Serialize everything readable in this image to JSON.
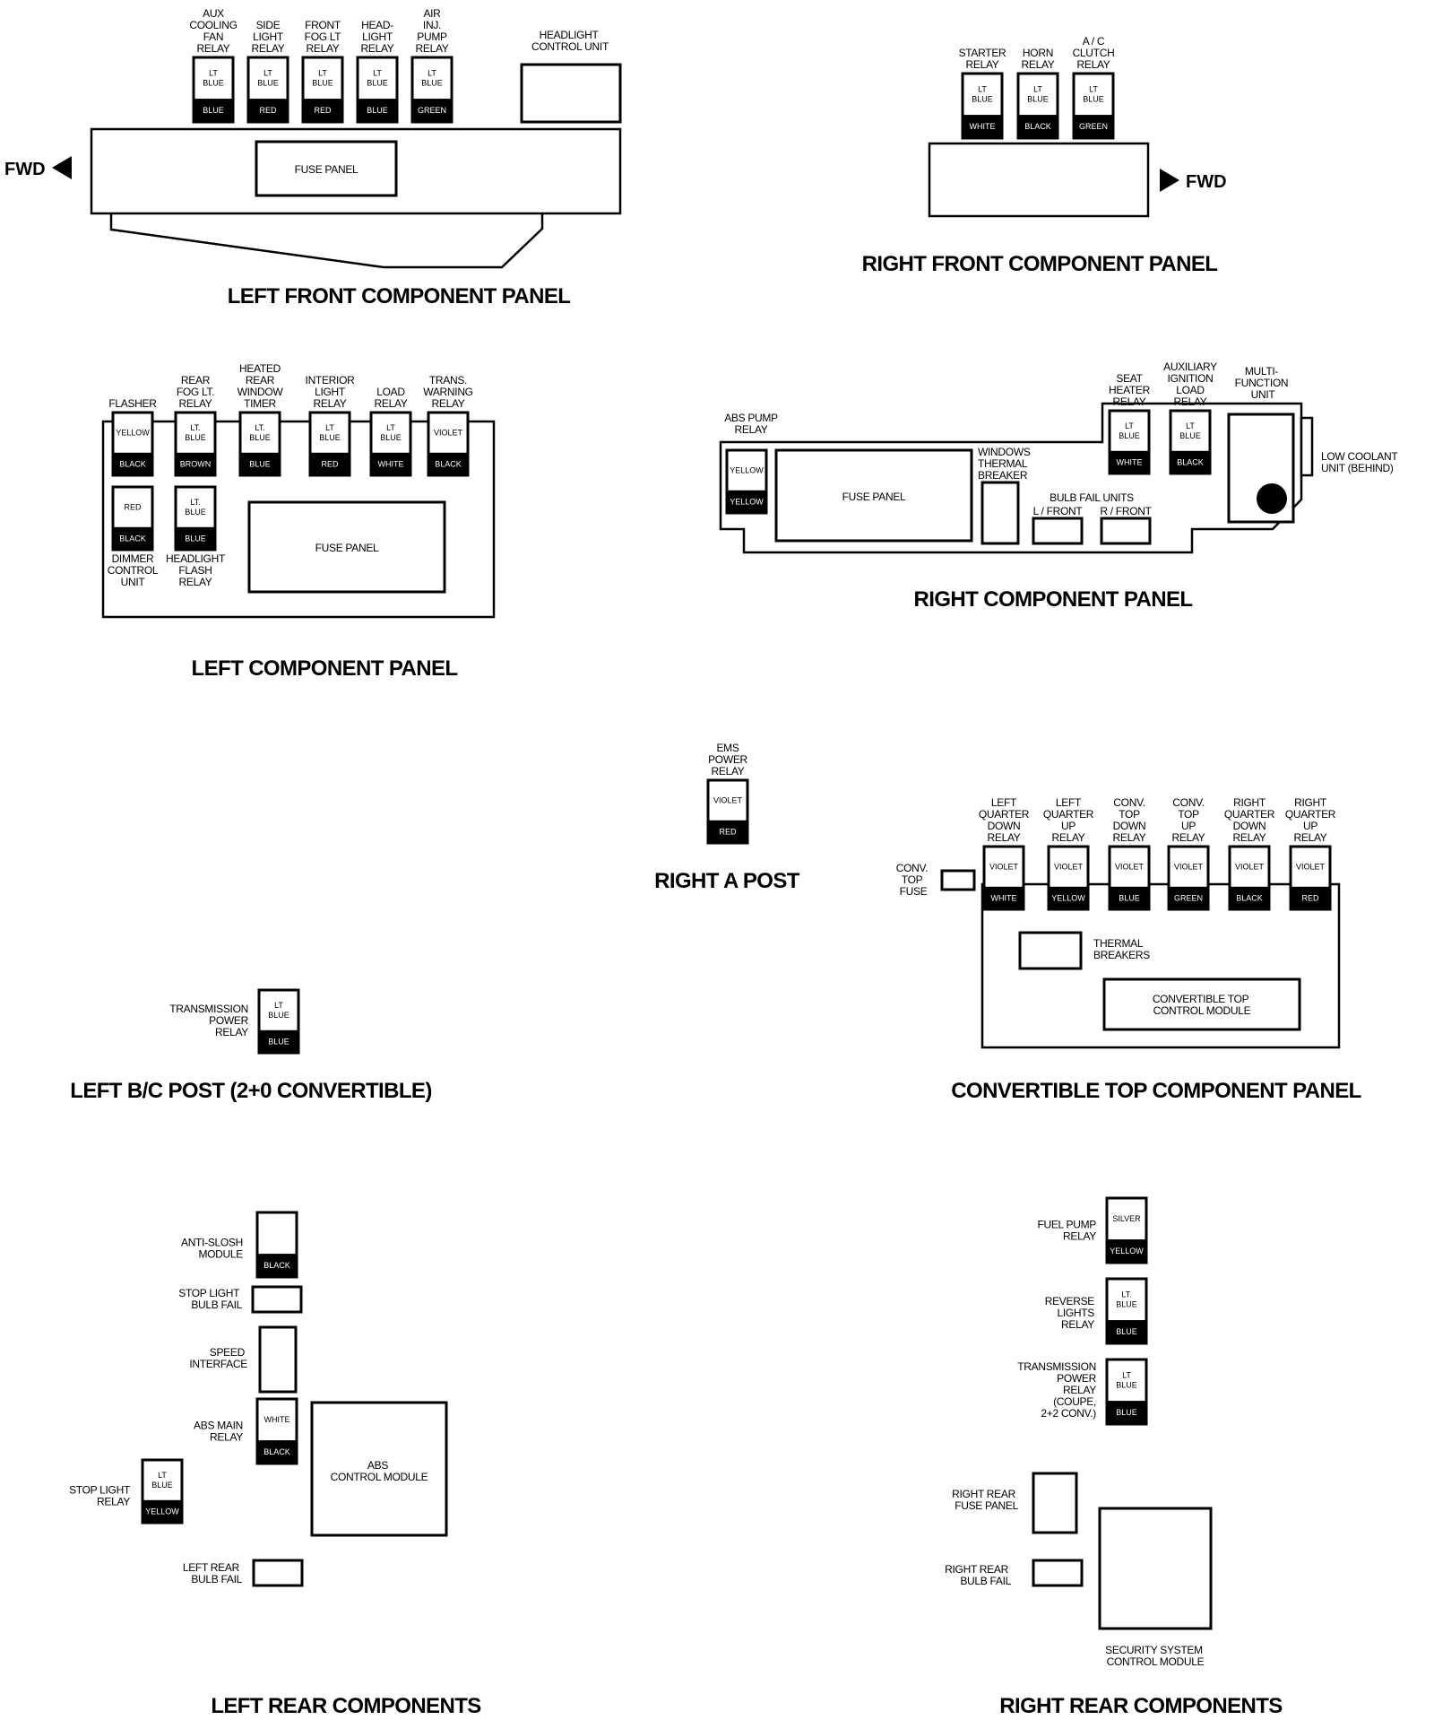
{
  "fwd_label": "FWD",
  "panels": {
    "left_front": {
      "title": "LEFT FRONT COMPONENT PANEL",
      "fuse_panel": "FUSE PANEL",
      "headlight_control_unit": [
        "HEADLIGHT",
        "CONTROL UNIT"
      ],
      "relays": [
        {
          "label": [
            "AUX",
            "COOLING",
            "FAN",
            "RELAY"
          ],
          "top": [
            "LT",
            "BLUE"
          ],
          "bottom": "BLUE"
        },
        {
          "label": [
            "SIDE",
            "LIGHT",
            "RELAY"
          ],
          "top": [
            "LT",
            "BLUE"
          ],
          "bottom": "RED"
        },
        {
          "label": [
            "FRONT",
            "FOG LT",
            "RELAY"
          ],
          "top": [
            "LT",
            "BLUE"
          ],
          "bottom": "RED"
        },
        {
          "label": [
            "HEAD-",
            "LIGHT",
            "RELAY"
          ],
          "top": [
            "LT",
            "BLUE"
          ],
          "bottom": "BLUE"
        },
        {
          "label": [
            "AIR",
            "INJ.",
            "PUMP",
            "RELAY"
          ],
          "top": [
            "LT",
            "BLUE"
          ],
          "bottom": "GREEN"
        }
      ]
    },
    "right_front": {
      "title": "RIGHT FRONT COMPONENT PANEL",
      "relays": [
        {
          "label": [
            "STARTER",
            "RELAY"
          ],
          "top": [
            "LT",
            "BLUE"
          ],
          "bottom": "WHITE"
        },
        {
          "label": [
            "HORN",
            "RELAY"
          ],
          "top": [
            "LT",
            "BLUE"
          ],
          "bottom": "BLACK"
        },
        {
          "label": [
            "A / C",
            "CLUTCH",
            "RELAY"
          ],
          "top": [
            "LT",
            "BLUE"
          ],
          "bottom": "GREEN"
        }
      ]
    },
    "left": {
      "title": "LEFT COMPONENT PANEL",
      "fuse_panel": "FUSE PANEL",
      "relays": [
        {
          "label": [
            "FLASHER"
          ],
          "top": [
            "YELLOW"
          ],
          "bottom": "BLACK"
        },
        {
          "label": [
            "REAR",
            "FOG LT.",
            "RELAY"
          ],
          "top": [
            "LT.",
            "BLUE"
          ],
          "bottom": "BROWN"
        },
        {
          "label": [
            "HEATED",
            "REAR",
            "WINDOW",
            "TIMER"
          ],
          "top": [
            "LT.",
            "BLUE"
          ],
          "bottom": "BLUE"
        },
        {
          "label": [
            "INTERIOR",
            "LIGHT",
            "RELAY"
          ],
          "top": [
            "LT",
            "BLUE"
          ],
          "bottom": "RED"
        },
        {
          "label": [
            "LOAD",
            "RELAY"
          ],
          "top": [
            "LT",
            "BLUE"
          ],
          "bottom": "WHITE"
        },
        {
          "label": [
            "TRANS.",
            "WARNING",
            "RELAY"
          ],
          "top": [
            "VIOLET"
          ],
          "bottom": "BLACK"
        }
      ],
      "lower_relays": [
        {
          "label": [
            "DIMMER",
            "CONTROL",
            "UNIT"
          ],
          "top": [
            "RED"
          ],
          "bottom": "BLACK"
        },
        {
          "label": [
            "HEADLIGHT",
            "FLASH",
            "RELAY"
          ],
          "top": [
            "LT.",
            "BLUE"
          ],
          "bottom": "BLUE"
        }
      ]
    },
    "right": {
      "title": "RIGHT COMPONENT PANEL",
      "fuse_panel": "FUSE PANEL",
      "abs_pump_relay": {
        "label": [
          "ABS PUMP",
          "RELAY"
        ],
        "top": [
          "YELLOW"
        ],
        "bottom": "YELLOW"
      },
      "windows_thermal_breaker": [
        "WINDOWS",
        "THERMAL",
        "BREAKER"
      ],
      "bulb_fail_units": "BULB FAIL UNITS",
      "bulb_fail_left": "L / FRONT",
      "bulb_fail_right": "R / FRONT",
      "relays": [
        {
          "label": [
            "SEAT",
            "HEATER",
            "RELAY"
          ],
          "top": [
            "LT",
            "BLUE"
          ],
          "bottom": "WHITE"
        },
        {
          "label": [
            "AUXILIARY",
            "IGNITION",
            "LOAD",
            "RELAY"
          ],
          "top": [
            "LT",
            "BLUE"
          ],
          "bottom": "BLACK"
        }
      ],
      "multi_function_unit": [
        "MULTI-",
        "FUNCTION",
        "UNIT"
      ],
      "low_coolant_unit": [
        "LOW COOLANT",
        "UNIT (BEHIND)"
      ]
    },
    "right_a_post": {
      "title": "RIGHT A POST",
      "relay": {
        "label": [
          "EMS",
          "POWER",
          "RELAY"
        ],
        "top": [
          "VIOLET"
        ],
        "bottom": "RED"
      }
    },
    "convertible_top": {
      "title": "CONVERTIBLE TOP COMPONENT PANEL",
      "conv_top_fuse": [
        "CONV.",
        "TOP",
        "FUSE"
      ],
      "thermal_breakers": [
        "THERMAL",
        "BREAKERS"
      ],
      "control_module": [
        "CONVERTIBLE TOP",
        "CONTROL MODULE"
      ],
      "relays": [
        {
          "label": [
            "LEFT",
            "QUARTER",
            "DOWN",
            "RELAY"
          ],
          "top": [
            "VIOLET"
          ],
          "bottom": "WHITE"
        },
        {
          "label": [
            "LEFT",
            "QUARTER",
            "UP",
            "RELAY"
          ],
          "top": [
            "VIOLET"
          ],
          "bottom": "YELLOW"
        },
        {
          "label": [
            "CONV.",
            "TOP",
            "DOWN",
            "RELAY"
          ],
          "top": [
            "VIOLET"
          ],
          "bottom": "BLUE"
        },
        {
          "label": [
            "CONV.",
            "TOP",
            "UP",
            "RELAY"
          ],
          "top": [
            "VIOLET"
          ],
          "bottom": "GREEN"
        },
        {
          "label": [
            "RIGHT",
            "QUARTER",
            "DOWN",
            "RELAY"
          ],
          "top": [
            "VIOLET"
          ],
          "bottom": "BLACK"
        },
        {
          "label": [
            "RIGHT",
            "QUARTER",
            "UP",
            "RELAY"
          ],
          "top": [
            "VIOLET"
          ],
          "bottom": "RED"
        }
      ]
    },
    "left_bc_post": {
      "title": "LEFT B/C POST (2+0 CONVERTIBLE)",
      "relay": {
        "label": [
          "TRANSMISSION",
          "POWER",
          "RELAY"
        ],
        "top": [
          "LT",
          "BLUE"
        ],
        "bottom": "BLUE"
      }
    },
    "left_rear": {
      "title": "LEFT REAR COMPONENTS",
      "anti_slosh": {
        "label": [
          "ANTI-SLOSH",
          "MODULE"
        ],
        "bottom": "BLACK"
      },
      "stop_light_bulb_fail": [
        "STOP LIGHT",
        "BULB FAIL"
      ],
      "speed_interface": [
        "SPEED",
        "INTERFACE"
      ],
      "abs_main_relay": {
        "label": [
          "ABS MAIN",
          "RELAY"
        ],
        "top": [
          "WHITE"
        ],
        "bottom": "BLACK"
      },
      "abs_control_module": [
        "ABS",
        "CONTROL MODULE"
      ],
      "stop_light_relay": {
        "label": [
          "STOP LIGHT",
          "RELAY"
        ],
        "top": [
          "LT",
          "BLUE"
        ],
        "bottom": "YELLOW"
      },
      "left_rear_bulb_fail": [
        "LEFT REAR",
        "BULB FAIL"
      ]
    },
    "right_rear": {
      "title": "RIGHT REAR COMPONENTS",
      "fuel_pump_relay": {
        "label": [
          "FUEL PUMP",
          "RELAY"
        ],
        "top": [
          "SILVER"
        ],
        "bottom": "YELLOW"
      },
      "reverse_lights_relay": {
        "label": [
          "REVERSE",
          "LIGHTS",
          "RELAY"
        ],
        "top": [
          "LT.",
          "BLUE"
        ],
        "bottom": "BLUE"
      },
      "transmission_power_relay": {
        "label": [
          "TRANSMISSION",
          "POWER",
          "RELAY",
          "(COUPE,",
          "2+2 CONV.)"
        ],
        "top": [
          "LT",
          "BLUE"
        ],
        "bottom": "BLUE"
      },
      "right_rear_fuse_panel": [
        "RIGHT REAR",
        "FUSE PANEL"
      ],
      "right_rear_bulb_fail": [
        "RIGHT REAR",
        "BULB FAIL"
      ],
      "security_module": [
        "SECURITY SYSTEM",
        "CONTROL MODULE"
      ]
    }
  }
}
